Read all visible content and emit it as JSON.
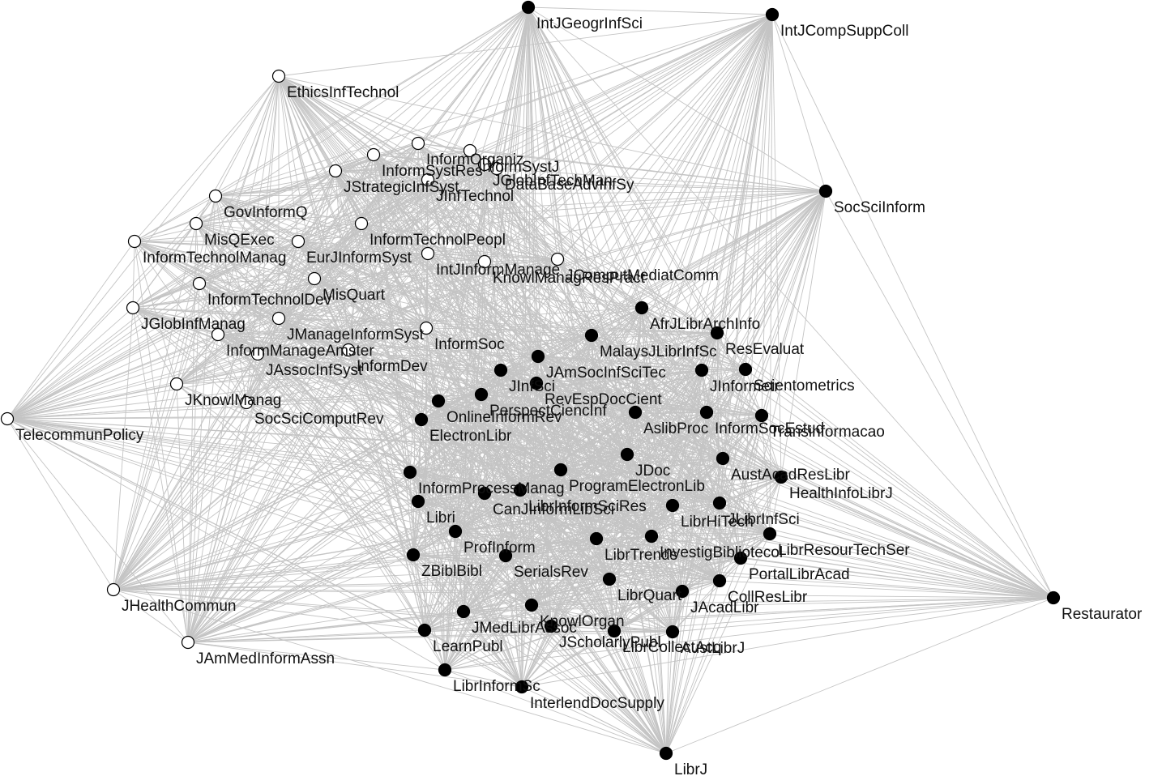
{
  "colors": {
    "edge": "#c4c4c4",
    "group_is": "#ffffff",
    "group_lis": "#000000",
    "node_stroke": "#000000"
  },
  "nodes": [
    {
      "id": "IntJGeogrInfSci",
      "label": "IntJGeogrInfSci",
      "group": "lis"
    },
    {
      "id": "IntJCompSuppColl",
      "label": "IntJCompSuppColl",
      "group": "lis"
    },
    {
      "id": "EthicsInfTechnol",
      "label": "EthicsInfTechnol",
      "group": "is"
    },
    {
      "id": "InformSystJ",
      "label": "InformSystJ",
      "group": "is"
    },
    {
      "id": "InformOrganiz",
      "label": "InformOrganiz",
      "group": "is"
    },
    {
      "id": "DataBaseAdvInfSy",
      "label": "DataBaseAdvInfSy",
      "group": "is"
    },
    {
      "id": "InformSystRes",
      "label": "InformSystRes",
      "group": "is"
    },
    {
      "id": "JGlobInfTechMan",
      "label": "JGlobInfTechMan",
      "group": "is"
    },
    {
      "id": "JStrategicInfSyst",
      "label": "JStrategicInfSyst",
      "group": "is"
    },
    {
      "id": "JInfTechnol",
      "label": "JInfTechnol",
      "group": "is"
    },
    {
      "id": "SocSciInform",
      "label": "SocSciInform",
      "group": "lis"
    },
    {
      "id": "GovInformQ",
      "label": "GovInformQ",
      "group": "is"
    },
    {
      "id": "MisQExec",
      "label": "MisQExec",
      "group": "is"
    },
    {
      "id": "InformTechnolPeopl",
      "label": "InformTechnolPeopl",
      "group": "is"
    },
    {
      "id": "InformTechnolManag",
      "label": "InformTechnolManag",
      "group": "is"
    },
    {
      "id": "EurJInformSyst",
      "label": "EurJInformSyst",
      "group": "is"
    },
    {
      "id": "IntJInformManage",
      "label": "IntJInformManage",
      "group": "is"
    },
    {
      "id": "KnowlManagResPract",
      "label": "KnowlManagResPract",
      "group": "is"
    },
    {
      "id": "JComputMediatComm",
      "label": "JComputMediatComm",
      "group": "is"
    },
    {
      "id": "InformTechnolDev",
      "label": "InformTechnolDev",
      "group": "is"
    },
    {
      "id": "MisQuart",
      "label": "MisQuart",
      "group": "is"
    },
    {
      "id": "AfrJLibrArchInfo",
      "label": "AfrJLibrArchInfo",
      "group": "lis"
    },
    {
      "id": "JGlobInfManag",
      "label": "JGlobInfManag",
      "group": "is"
    },
    {
      "id": "JManageInformSyst",
      "label": "JManageInformSyst",
      "group": "is"
    },
    {
      "id": "InformSoc",
      "label": "InformSoc",
      "group": "is"
    },
    {
      "id": "MalaysJLibrInfSc",
      "label": "MalaysJLibrInfSc",
      "group": "lis"
    },
    {
      "id": "ResEvaluat",
      "label": "ResEvaluat",
      "group": "lis"
    },
    {
      "id": "InformManageAmster",
      "label": "InformManageAmster",
      "group": "is"
    },
    {
      "id": "JAssocInfSyst",
      "label": "JAssocInfSyst",
      "group": "is"
    },
    {
      "id": "InformDev",
      "label": "InformDev",
      "group": "is"
    },
    {
      "id": "JAmSocInfSciTec",
      "label": "JAmSocInfSciTec",
      "group": "lis"
    },
    {
      "id": "JInformetr",
      "label": "JInformetr",
      "group": "lis"
    },
    {
      "id": "Scientometrics",
      "label": "Scientometrics",
      "group": "lis"
    },
    {
      "id": "JInfSci",
      "label": "JInfSci",
      "group": "lis"
    },
    {
      "id": "JKnowlManag",
      "label": "JKnowlManag",
      "group": "is"
    },
    {
      "id": "RevEspDocCient",
      "label": "RevEspDocCient",
      "group": "lis"
    },
    {
      "id": "PerspectCiencInf",
      "label": "PerspectCiencInf",
      "group": "lis"
    },
    {
      "id": "TelecommunPolicy",
      "label": "TelecommunPolicy",
      "group": "is"
    },
    {
      "id": "SocSciComputRev",
      "label": "SocSciComputRev",
      "group": "is"
    },
    {
      "id": "OnlineInformRev",
      "label": "OnlineInformRev",
      "group": "lis"
    },
    {
      "id": "AslibProc",
      "label": "AslibProc",
      "group": "lis"
    },
    {
      "id": "InformSocEstud",
      "label": "InformSocEstud",
      "group": "lis"
    },
    {
      "id": "Transinformacao",
      "label": "Transinformacao",
      "group": "lis"
    },
    {
      "id": "ElectronLibr",
      "label": "ElectronLibr",
      "group": "lis"
    },
    {
      "id": "JDoc",
      "label": "JDoc",
      "group": "lis"
    },
    {
      "id": "AustAcadResLibr",
      "label": "AustAcadResLibr",
      "group": "lis"
    },
    {
      "id": "HealthInfoLibrJ",
      "label": "HealthInfoLibrJ",
      "group": "lis"
    },
    {
      "id": "InformProcessManag",
      "label": "InformProcessManag",
      "group": "lis"
    },
    {
      "id": "ProgramElectronLib",
      "label": "ProgramElectronLib",
      "group": "lis"
    },
    {
      "id": "CanJInformLibSci",
      "label": "CanJInformLibSci",
      "group": "lis"
    },
    {
      "id": "LibrInformSciRes",
      "label": "LibrInformSciRes",
      "group": "lis"
    },
    {
      "id": "LibrHiTech",
      "label": "LibrHiTech",
      "group": "lis"
    },
    {
      "id": "JLibrInfSci",
      "label": "JLibrInfSci",
      "group": "lis"
    },
    {
      "id": "Libri",
      "label": "Libri",
      "group": "lis"
    },
    {
      "id": "LibrResourTechSer",
      "label": "LibrResourTechSer",
      "group": "lis"
    },
    {
      "id": "ProfInform",
      "label": "ProfInform",
      "group": "lis"
    },
    {
      "id": "LibrTrends",
      "label": "LibrTrends",
      "group": "lis"
    },
    {
      "id": "InvestigBibliotecol",
      "label": "InvestigBibliotecol",
      "group": "lis"
    },
    {
      "id": "ZBiblBibl",
      "label": "ZBiblBibl",
      "group": "lis"
    },
    {
      "id": "SerialsRev",
      "label": "SerialsRev",
      "group": "lis"
    },
    {
      "id": "PortalLibrAcad",
      "label": "PortalLibrAcad",
      "group": "lis"
    },
    {
      "id": "LibrQuart",
      "label": "LibrQuart",
      "group": "lis"
    },
    {
      "id": "CollResLibr",
      "label": "CollResLibr",
      "group": "lis"
    },
    {
      "id": "JAcadLibr",
      "label": "JAcadLibr",
      "group": "lis"
    },
    {
      "id": "Restaurator",
      "label": "Restaurator",
      "group": "lis"
    },
    {
      "id": "JHealthCommun",
      "label": "JHealthCommun",
      "group": "is"
    },
    {
      "id": "KnowlOrgan",
      "label": "KnowlOrgan",
      "group": "lis"
    },
    {
      "id": "JMedLibrAssoc",
      "label": "JMedLibrAssoc",
      "group": "lis"
    },
    {
      "id": "JScholarlyPubl",
      "label": "JScholarlyPubl",
      "group": "lis"
    },
    {
      "id": "LibrCollectAcq",
      "label": "LibrCollectAcq",
      "group": "lis"
    },
    {
      "id": "AustLibrJ",
      "label": "AustLibrJ",
      "group": "lis"
    },
    {
      "id": "LearnPubl",
      "label": "LearnPubl",
      "group": "lis"
    },
    {
      "id": "JAmMedInformAssn",
      "label": "JAmMedInformAssn",
      "group": "is"
    },
    {
      "id": "LibrInformSc",
      "label": "LibrInformSc",
      "group": "lis"
    },
    {
      "id": "InterlendDocSupply",
      "label": "InterlendDocSupply",
      "group": "lis"
    },
    {
      "id": "LibrJ",
      "label": "LibrJ",
      "group": "lis"
    }
  ]
}
